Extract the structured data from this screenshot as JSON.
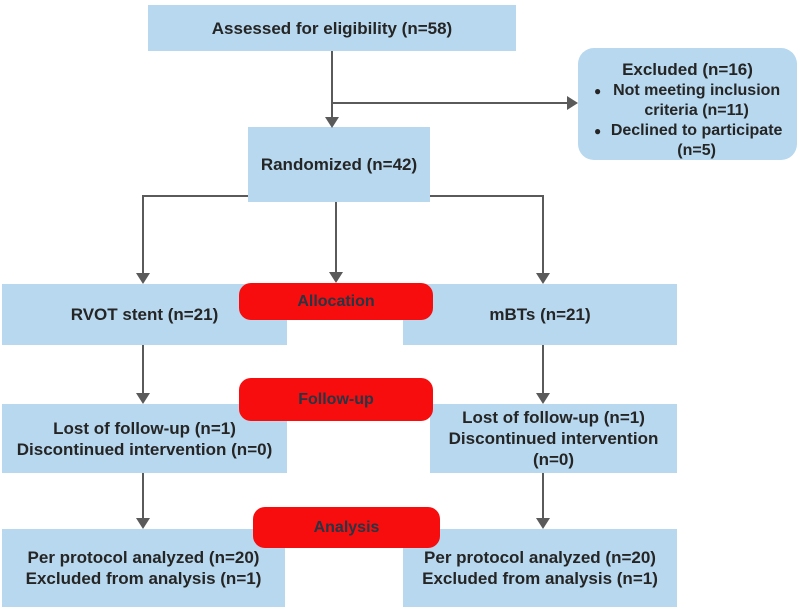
{
  "colors": {
    "box_fill": "#b7d8ee",
    "badge_fill": "#f70d0d",
    "badge_text": "#233746",
    "box_text": "#252525",
    "arrow": "#5a5a5a",
    "background": "#ffffff"
  },
  "flow": {
    "eligibility": {
      "label": "Assessed for eligibility (n=58)"
    },
    "excluded": {
      "title": "Excluded (n=16)",
      "items": [
        {
          "bullet": "●",
          "text": "Not meeting inclusion criteria (n=11)"
        },
        {
          "bullet": "●",
          "text": "Declined to participate (n=5)"
        }
      ]
    },
    "randomized": {
      "label": "Randomized (n=42)"
    },
    "stages": {
      "allocation": {
        "badge": "Allocation",
        "left": {
          "line1": "RVOT stent (n=21)"
        },
        "right": {
          "line1": "mBTs (n=21)"
        }
      },
      "followup": {
        "badge": "Follow-up",
        "left": {
          "line1": "Lost of follow-up (n=1)",
          "line2": "Discontinued intervention (n=0)"
        },
        "right": {
          "line1": "Lost of follow-up (n=1)",
          "line2": "Discontinued intervention (n=0)"
        }
      },
      "analysis": {
        "badge": "Analysis",
        "left": {
          "line1": "Per protocol analyzed (n=20)",
          "line2": "Excluded from analysis (n=1)"
        },
        "right": {
          "line1": "Per protocol analyzed (n=20)",
          "line2": "Excluded from analysis (n=1)"
        }
      }
    }
  }
}
